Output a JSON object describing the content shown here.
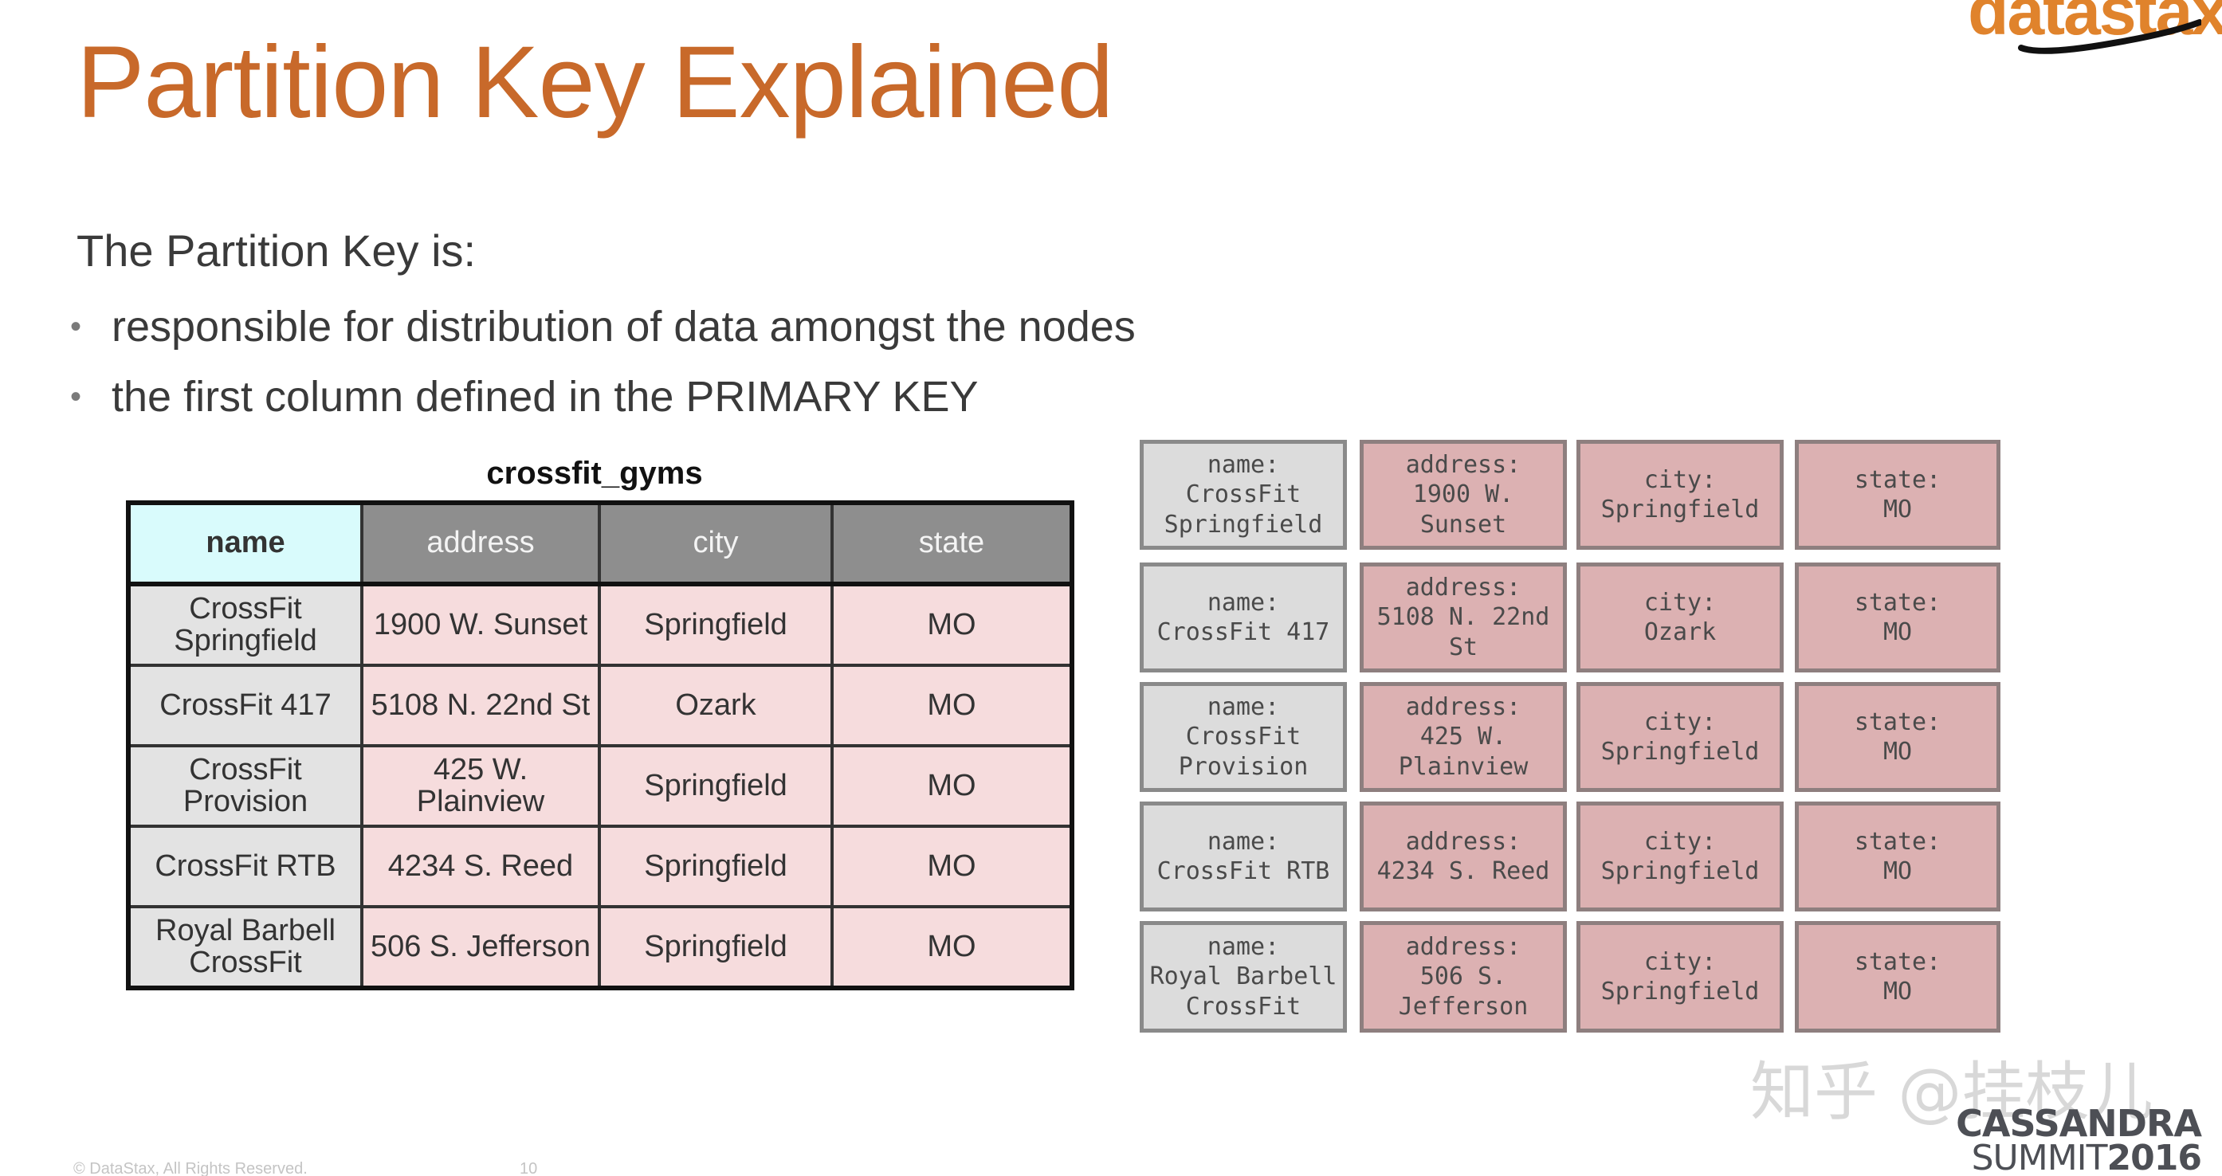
{
  "slide": {
    "title": "Partition Key Explained",
    "logo": "datastax",
    "intro": "The Partition Key is:",
    "bullets": [
      "responsible for distribution of data amongst the nodes",
      "the first column defined in the PRIMARY KEY"
    ],
    "footer": {
      "copyright": "© DataStax, All Rights Reserved.",
      "page_number": "10"
    },
    "watermark": "知乎 @挂枝儿",
    "summit": {
      "line1": "CASSANDRA",
      "line2_prefix": "SUMMIT",
      "line2_year": "2016"
    }
  },
  "table": {
    "caption": "crossfit_gyms",
    "headers": [
      "name",
      "address",
      "city",
      "state"
    ],
    "rows": [
      [
        "CrossFit Springfield",
        "1900 W. Sunset",
        "Springfield",
        "MO"
      ],
      [
        "CrossFit 417",
        "5108 N. 22nd St",
        "Ozark",
        "MO"
      ],
      [
        "CrossFit Provision",
        "425 W. Plainview",
        "Springfield",
        "MO"
      ],
      [
        "CrossFit RTB",
        "4234 S. Reed",
        "Springfield",
        "MO"
      ],
      [
        "Royal Barbell CrossFit",
        "506 S. Jefferson",
        "Springfield",
        "MO"
      ]
    ]
  },
  "partitions": [
    [
      "name:\nCrossFit\nSpringfield",
      "address:\n1900 W. Sunset",
      "city:\nSpringfield",
      "state:\nMO"
    ],
    [
      "name:\nCrossFit 417",
      "address:\n5108 N. 22nd\nSt",
      "city:\nOzark",
      "state:\nMO"
    ],
    [
      "name:\nCrossFit\nProvision",
      "address:\n425 W.\nPlainview",
      "city:\nSpringfield",
      "state:\nMO"
    ],
    [
      "name:\nCrossFit RTB",
      "address:\n4234 S. Reed",
      "city:\nSpringfield",
      "state:\nMO"
    ],
    [
      "name:\nRoyal Barbell\nCrossFit",
      "address:\n506 S.\nJefferson",
      "city:\nSpringfield",
      "state:\nMO"
    ]
  ],
  "colors": {
    "title": "#c8692a",
    "logo": "#e0832c",
    "key_header": "#d9fbfc",
    "header": "#8e8e8e",
    "key_cell": "#e3e3e3",
    "value_cell": "#f6dcdd",
    "partition_key_cell": "#dcdcdc",
    "partition_value_cell": "#dcb1b2"
  }
}
